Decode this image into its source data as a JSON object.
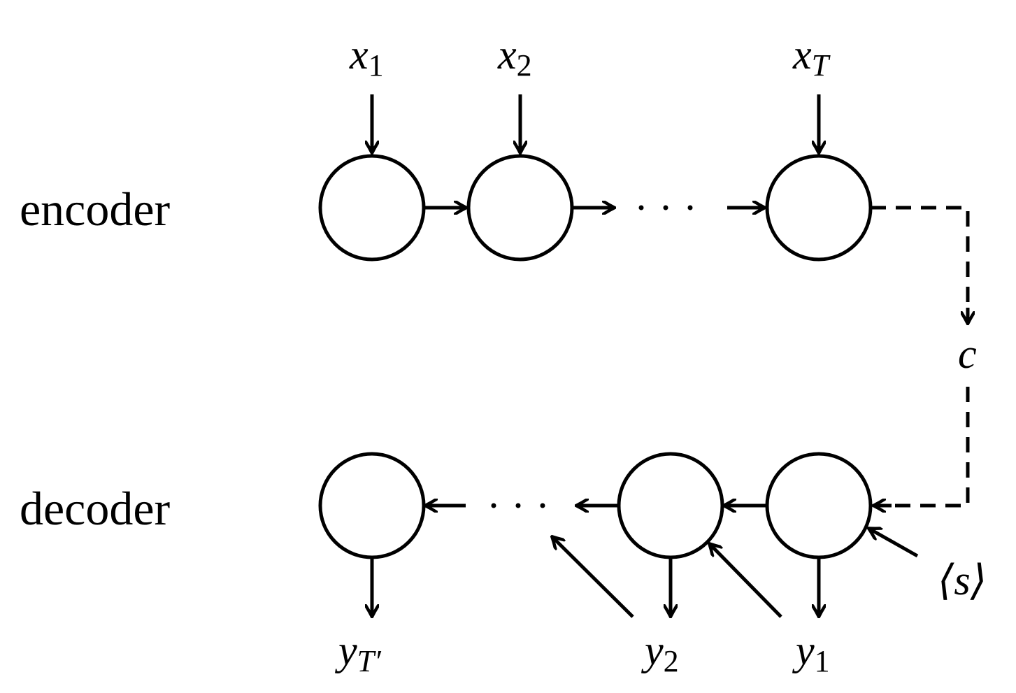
{
  "labels": {
    "encoder": "encoder",
    "decoder": "decoder"
  },
  "inputs": {
    "x1": {
      "base": "x",
      "sub": "1"
    },
    "x2": {
      "base": "x",
      "sub": "2"
    },
    "xT": {
      "base": "x",
      "sub": "T"
    }
  },
  "context": "c",
  "start_token": "⟨s⟩",
  "outputs": {
    "yTprime": {
      "base": "y",
      "sub": "T′"
    },
    "y2": {
      "base": "y",
      "sub": "2"
    },
    "y1": {
      "base": "y",
      "sub": "1"
    }
  },
  "ellipsis": "· · ·"
}
